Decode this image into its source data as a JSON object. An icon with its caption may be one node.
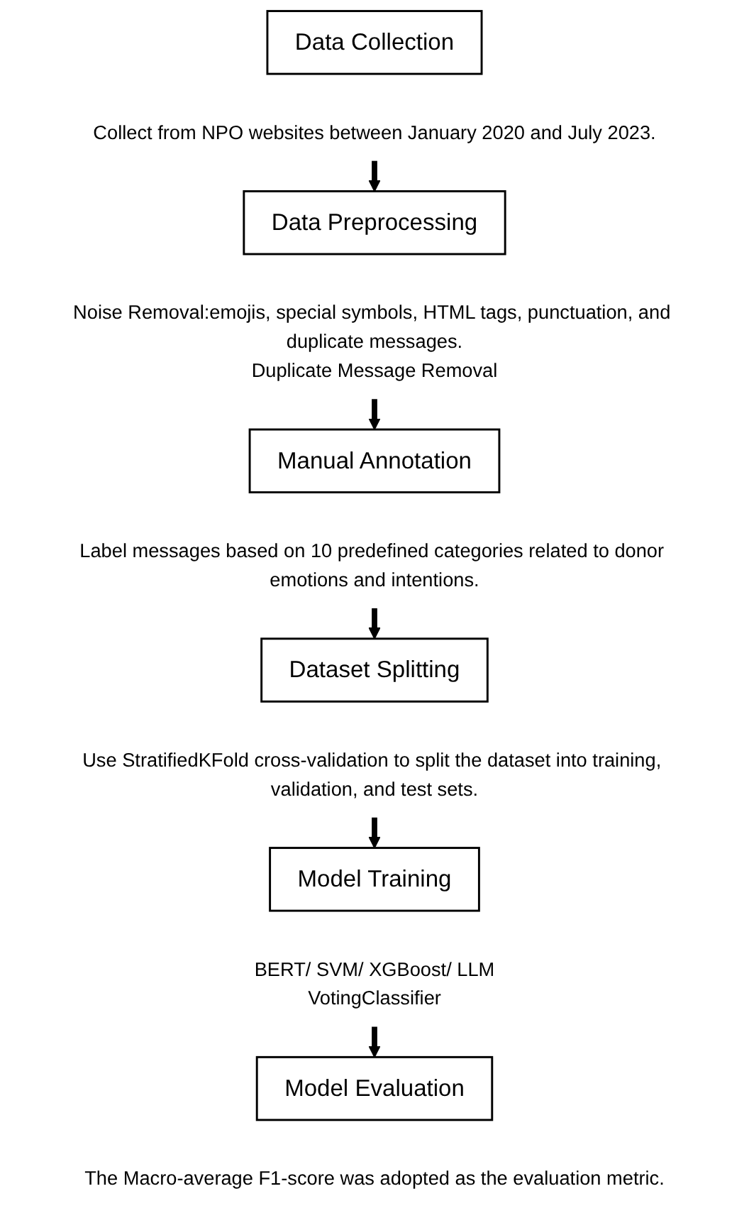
{
  "diagram": {
    "nodes": [
      {
        "text": [
          "Data Collection"
        ]
      },
      {
        "text": [
          "Collect from NPO websites between January 2020 and July 2023."
        ]
      },
      {
        "text": [
          "Data Preprocessing"
        ]
      },
      {
        "text": [
          "Noise Removal:emojis, special symbols, HTML tags, punctuation, and duplicate messages.",
          "Duplicate Message Removal"
        ]
      },
      {
        "text": [
          "Manual Annotation"
        ]
      },
      {
        "text": [
          "Label messages based on 10 predefined categories related to donor emotions and intentions."
        ]
      },
      {
        "text": [
          "Dataset Splitting"
        ]
      },
      {
        "text": [
          "Use StratifiedKFold cross-validation to split the dataset into training, validation, and test sets."
        ]
      },
      {
        "text": [
          "Model Training"
        ]
      },
      {
        "text": [
          "BERT/ SVM/ XGBoost/ LLM",
          "VotingClassifier"
        ]
      },
      {
        "text": [
          "Model Evaluation"
        ],
        "beside": [
          "The Macro-average F1-score was adopted as the evaluation metric."
        ]
      }
    ],
    "edges": [
      {
        "from": 1,
        "to": 2,
        "arrow": "to"
      },
      {
        "from": 3,
        "to": 4,
        "arrow": "to"
      },
      {
        "from": 5,
        "to": 6,
        "arrow": "to"
      },
      {
        "from": 7,
        "to": 8,
        "arrow": "to"
      },
      {
        "from": 9,
        "to": 10,
        "arrow": "to"
      }
    ]
  }
}
